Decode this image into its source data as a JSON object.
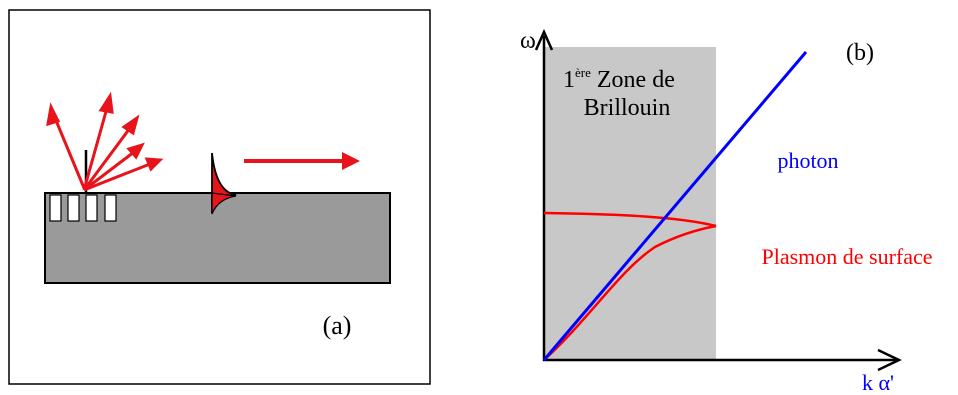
{
  "panel_a": {
    "label": "(a)",
    "colors": {
      "substrate": "#9a9a9a",
      "arrow": "#e8141b",
      "border": "#000000"
    }
  },
  "panel_b": {
    "label": "(b)",
    "y_axis_label": "ω",
    "x_axis_label": "k α'",
    "zone_label_sup": "ère",
    "zone_label_pre": "1",
    "zone_label_line1_rest": " Zone de",
    "zone_label_line2": "Brillouin",
    "photon_label": "photon",
    "plasmon_label": "Plasmon de surface",
    "colors": {
      "zone": "#c8c8c8",
      "photon": "#0000ff",
      "plasmon": "#ff0000",
      "axis": "#000000"
    }
  }
}
